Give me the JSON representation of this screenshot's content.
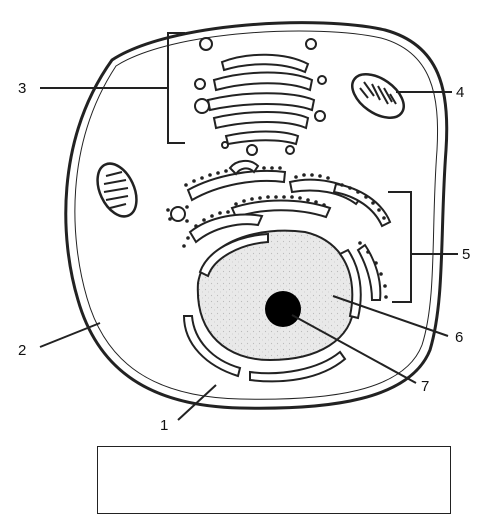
{
  "labels": [
    {
      "id": "1",
      "text": "1"
    },
    {
      "id": "2",
      "text": "2"
    },
    {
      "id": "3",
      "text": "3"
    },
    {
      "id": "4",
      "text": "4"
    },
    {
      "id": "5",
      "text": "5"
    },
    {
      "id": "6",
      "text": "6"
    },
    {
      "id": "7",
      "text": "7"
    }
  ],
  "answer_box": {
    "text": ""
  },
  "colors": {
    "stroke": "#222222",
    "background": "#ffffff",
    "nucleoplasm": "#e6e6e6",
    "nucleolus": "#000000"
  }
}
